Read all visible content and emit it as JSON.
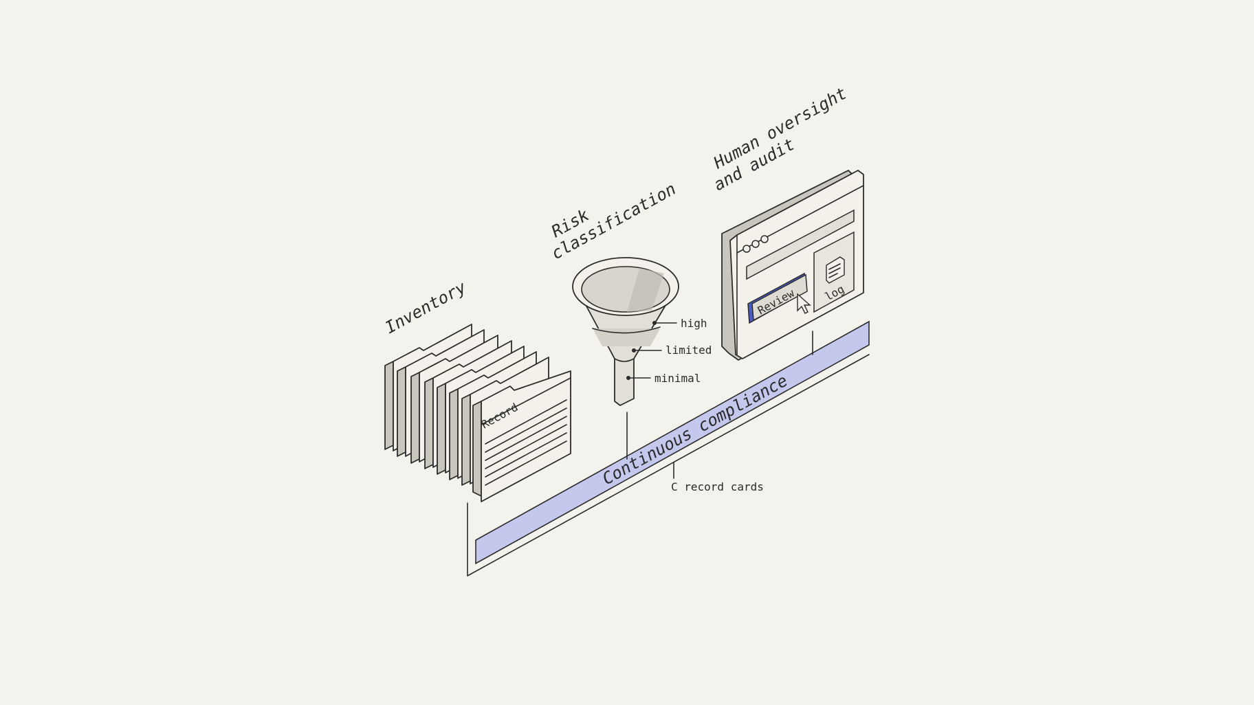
{
  "diagram": {
    "stages": {
      "inventory": {
        "label": "Inventory",
        "card_label": "Record"
      },
      "risk": {
        "label_line1": "Risk",
        "label_line2": "classification",
        "levels": [
          "high",
          "limited",
          "minimal"
        ]
      },
      "oversight": {
        "label_line1": "Human oversight",
        "label_line2": "and audit",
        "button_label": "Review",
        "log_label": "log"
      }
    },
    "band": {
      "label": "Continuous compliance"
    },
    "caption": "C record cards",
    "colors": {
      "background": "#f4f2ec",
      "accent": "#4a5bc4",
      "band": "#c3c8ec",
      "ink": "#2b2b2b"
    },
    "icons": [
      "folder-card-icon",
      "funnel-icon",
      "browser-window-icon",
      "cursor-icon",
      "document-icon"
    ]
  }
}
